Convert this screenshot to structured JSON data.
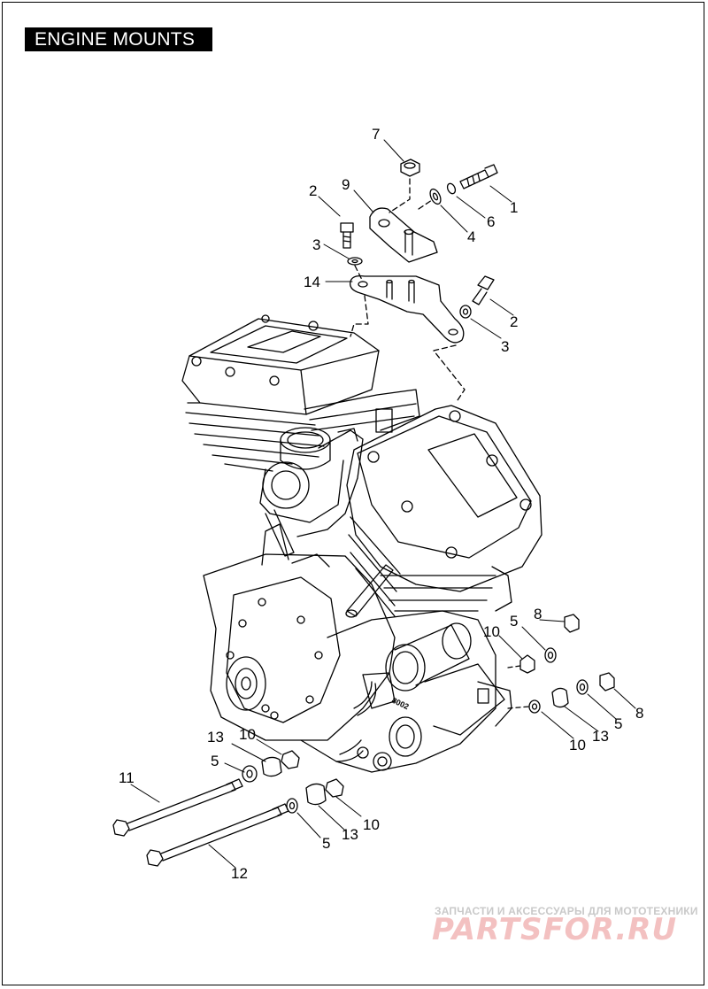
{
  "title": "ENGINE MOUNTS",
  "callouts": [
    {
      "id": "c1",
      "text": "1"
    },
    {
      "id": "c2a",
      "text": "2"
    },
    {
      "id": "c2b",
      "text": "2"
    },
    {
      "id": "c3a",
      "text": "3"
    },
    {
      "id": "c3b",
      "text": "3"
    },
    {
      "id": "c4",
      "text": "4"
    },
    {
      "id": "c5a",
      "text": "5"
    },
    {
      "id": "c5b",
      "text": "5"
    },
    {
      "id": "c5c",
      "text": "5"
    },
    {
      "id": "c5d",
      "text": "5"
    },
    {
      "id": "c6",
      "text": "6"
    },
    {
      "id": "c7",
      "text": "7"
    },
    {
      "id": "c8a",
      "text": "8"
    },
    {
      "id": "c8b",
      "text": "8"
    },
    {
      "id": "c9",
      "text": "9"
    },
    {
      "id": "c10a",
      "text": "10"
    },
    {
      "id": "c10b",
      "text": "10"
    },
    {
      "id": "c10c",
      "text": "10"
    },
    {
      "id": "c10d",
      "text": "10"
    },
    {
      "id": "c11",
      "text": "11"
    },
    {
      "id": "c12",
      "text": "12"
    },
    {
      "id": "c13a",
      "text": "13"
    },
    {
      "id": "c13b",
      "text": "13"
    },
    {
      "id": "c13c",
      "text": "13"
    },
    {
      "id": "c14",
      "text": "14"
    }
  ],
  "engine_stamp": "8002",
  "watermark": {
    "subtitle": "ЗАПЧАСТИ И АКСЕССУАРЫ ДЛЯ МОТОТЕХНИКИ",
    "logo": "PARTSFOR.RU"
  }
}
